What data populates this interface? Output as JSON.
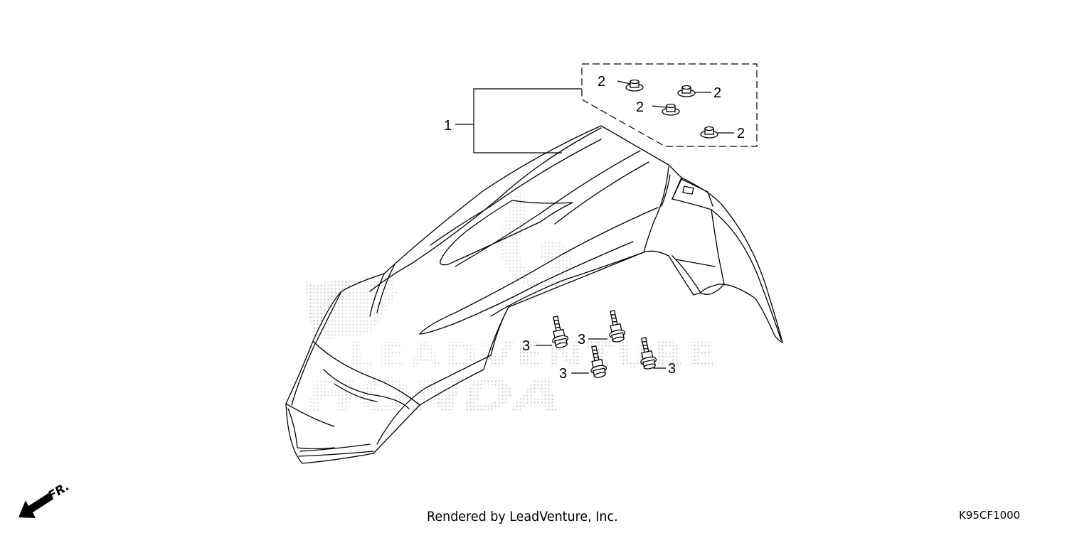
{
  "callouts": {
    "part1": "1",
    "part2": "2",
    "part3": "3"
  },
  "direction_indicator": "FR.",
  "watermark": {
    "brand": "LEADVENTURE",
    "maker": "HONDA"
  },
  "footer": {
    "rendered_by": "Rendered by LeadVenture, Inc.",
    "diagram_code": "K95CF1000"
  },
  "colors": {
    "line": "#000000",
    "watermark": "#c8c8c8",
    "background": "#ffffff"
  }
}
